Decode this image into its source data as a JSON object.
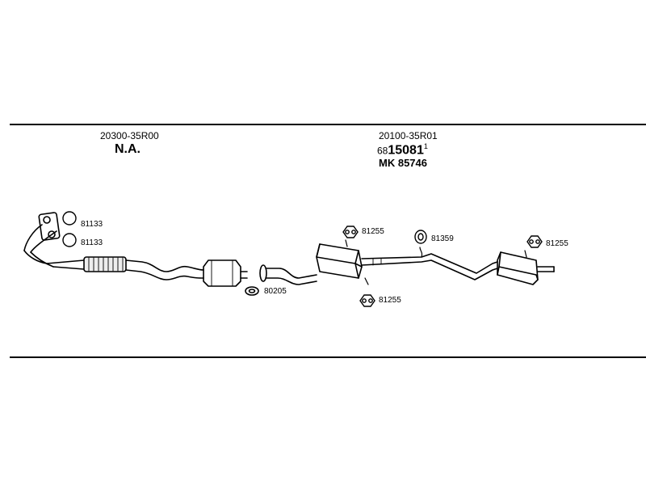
{
  "header": {
    "front_section": {
      "part_number": "20300-35R00",
      "status": "N.A."
    },
    "rear_section": {
      "part_number": "20100-35R01",
      "code_prefix": "68",
      "code_main": "15081",
      "code_superscript": "1",
      "mk_label": "MK",
      "mk_number": "85746"
    }
  },
  "callouts": {
    "gasket_upper": "81133",
    "gasket_lower": "81133",
    "flange_gasket": "80205",
    "mount_upper": "81255",
    "mount_lower": "81255",
    "hanger_ring": "81359",
    "mount_rear": "81255"
  }
}
